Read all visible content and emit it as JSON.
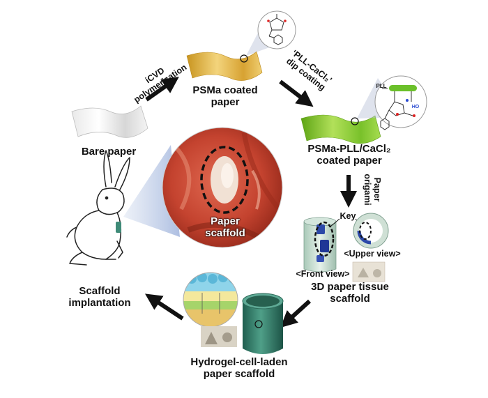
{
  "labels": {
    "bare_paper": "Bare paper",
    "icvd_line1": "iCVD",
    "icvd_line2": "polymerization",
    "psma_line1": "PSMa coated",
    "psma_line2": "paper",
    "pll_line1": "‘PLL-CaCl₂’",
    "pll_line2": "dip coating",
    "psma_pll_line1": "PSMa-PLL/CaCl₂",
    "psma_pll_line2": "coated paper",
    "origami_line1": "Paper",
    "origami_line2": "origami",
    "key": "Key",
    "upper_view": "<Upper view>",
    "front_view": "<Front view>",
    "tissue_line1": "3D paper tissue",
    "tissue_line2": "scaffold",
    "hydrogel_line1": "Hydrogel-cell-laden",
    "hydrogel_line2": "paper scaffold",
    "implant_line1": "Scaffold",
    "implant_line2": "implantation",
    "scaffold_line1": "Paper",
    "scaffold_line2": "scaffold",
    "pll_chem": "PLL",
    "ho_chem": "HO"
  },
  "colors": {
    "psma_paper": "#e2b440",
    "pll_paper": "#8ccc34",
    "cylinder": "#2f7a66",
    "tissue": "#c4432f",
    "arrow": "#111111"
  }
}
